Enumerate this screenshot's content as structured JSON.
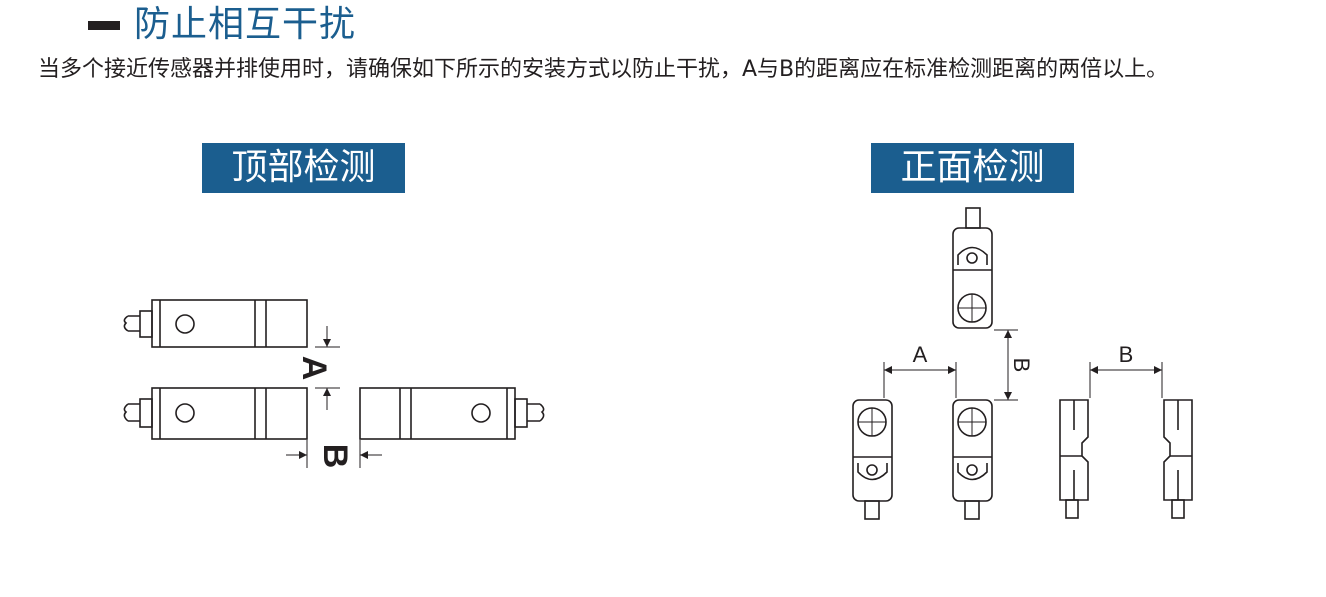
{
  "heading": {
    "title": "防止相互干扰"
  },
  "description": "当多个接近传感器并排使用时，请确保如下所示的安装方式以防止干扰，A与B的距离应在标准检测距离的两倍以上。",
  "top_detection": {
    "label": "顶部检测",
    "dim_a": "A",
    "dim_b": "B"
  },
  "front_detection": {
    "label": "正面检测",
    "dim_a": "A",
    "dim_b": "B",
    "dim_b_vertical": "B"
  },
  "colors": {
    "accent": "#1b5e8f",
    "line": "#231f20"
  }
}
